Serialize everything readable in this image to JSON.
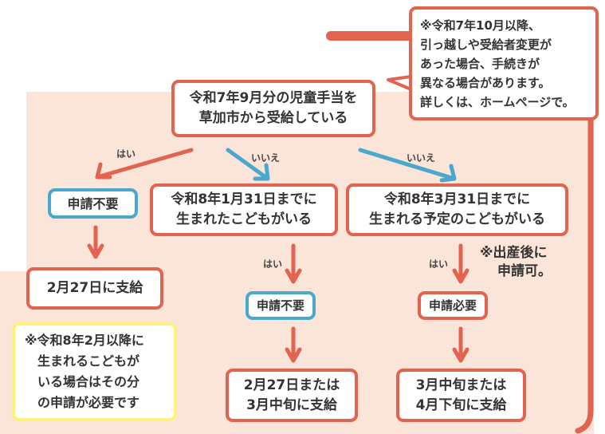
{
  "start": {
    "line1": "令和7年9月分の児童手当を",
    "line2": "草加市から受給している"
  },
  "callout": {
    "lines": [
      "※令和7年10月以降、",
      "引っ越しや受給者変更が",
      "あった場合、手続きが",
      "異なる場合があります。",
      "詳しくは、ホームページで。"
    ]
  },
  "branch_yes": {
    "label": "はい",
    "result": "申請不要",
    "payment": "2月27日に支給"
  },
  "branch_no1": {
    "label": "いいえ",
    "line1": "令和8年1月31日までに",
    "line2": "生まれたこどもがいる",
    "yes_label": "はい",
    "result": "申請不要",
    "payment1": "2月27日または",
    "payment2": "3月中旬に支給"
  },
  "branch_no2": {
    "label": "いいえ",
    "line1": "令和8年3月31日までに",
    "line2": "生まれる予定のこどもがいる",
    "yes_label": "はい",
    "result": "申請必要",
    "note1": "※出産後に",
    "note2": "申請可。",
    "payment1": "3月中旬または",
    "payment2": "4月下旬に支給"
  },
  "yellow_note": {
    "lines": [
      "※令和8年2月以降に",
      "生まれるこどもが",
      "いる場合はその分",
      "の申請が必要です"
    ]
  },
  "colors": {
    "red": "#e2634f",
    "blue": "#4aa8cc",
    "peach": "#fbe5d8",
    "yellow": "#fff27a"
  }
}
